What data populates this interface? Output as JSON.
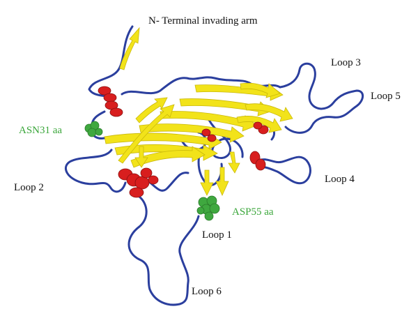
{
  "labels": {
    "n_terminal": "N- Terminal invading arm",
    "loop1": "Loop 1",
    "loop2": "Loop 2",
    "loop3": "Loop 3",
    "loop4": "Loop 4",
    "loop5": "Loop 5",
    "loop6": "Loop 6",
    "asn31": "ASN31 aa",
    "asp55": "ASP55 aa"
  },
  "colors": {
    "coil": "#2b3f9e",
    "sheet": "#f2e31a",
    "helix": "#d81e1e",
    "residue": "#3fa83f",
    "label_green": "#3aa63a"
  }
}
